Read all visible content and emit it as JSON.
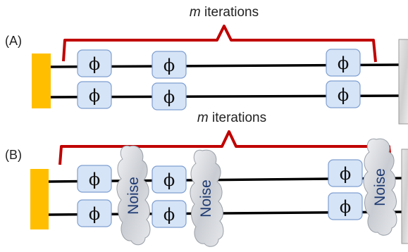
{
  "panelA": {
    "label": "(A)",
    "iter_var": "m",
    "iter_text": " iterations"
  },
  "panelB": {
    "label": "(B)",
    "iter_var": "m",
    "iter_text": " iterations"
  },
  "gate_symbol": "ϕ",
  "noise_label": "Noise",
  "colors": {
    "source": "#FFBF00",
    "brace": "#C00000",
    "gate_fill": "#D6E4F7",
    "gate_stroke": "#7F9FD0",
    "wire": "#000000",
    "noise_text": "#1F3B73"
  }
}
